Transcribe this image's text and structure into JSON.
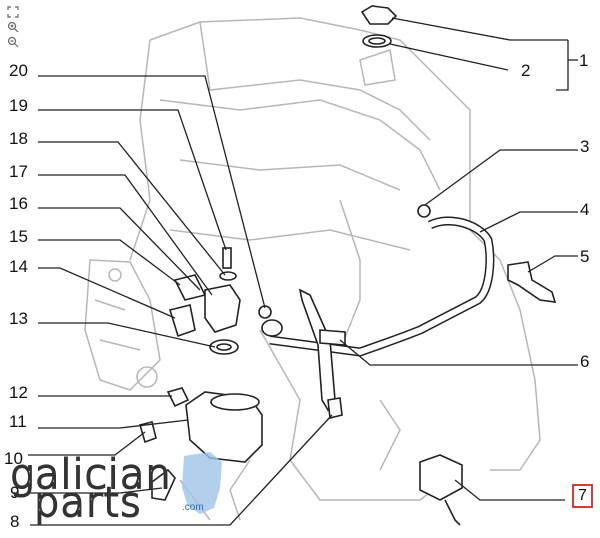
{
  "toolbar": {
    "tools": [
      {
        "name": "fullscreen-icon"
      },
      {
        "name": "zoom-in-icon"
      },
      {
        "name": "zoom-out-icon"
      }
    ]
  },
  "labels": {
    "n1": "1",
    "n2": "2",
    "n3": "3",
    "n4": "4",
    "n5": "5",
    "n6": "6",
    "n7": "7",
    "n8": "8",
    "n9": "9",
    "n10": "10",
    "n11": "11",
    "n12": "12",
    "n13": "13",
    "n14": "14",
    "n15": "15",
    "n16": "16",
    "n17": "17",
    "n18": "18",
    "n19": "19",
    "n20": "20"
  },
  "highlight_color": "#d63c3c",
  "logo": {
    "line1": "galician",
    "line2": "parts",
    "suffix": ".com"
  }
}
